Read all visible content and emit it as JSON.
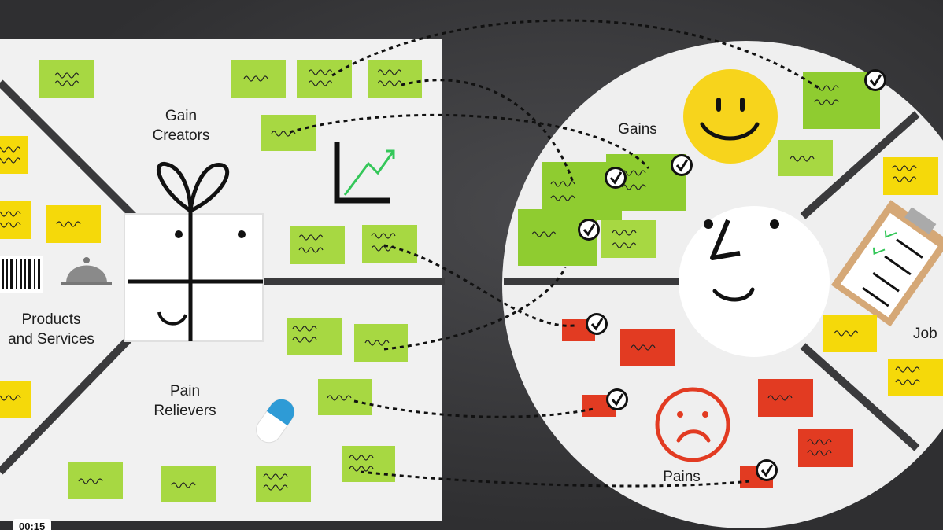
{
  "labels": {
    "gain_creators": [
      "Gain",
      "Creators"
    ],
    "products_services": [
      "Products",
      "and Services"
    ],
    "pain_relievers": [
      "Pain",
      "Relievers"
    ],
    "gains": "Gains",
    "pains": "Pains",
    "jobs": "Job"
  },
  "video": {
    "timestamp": "00:15"
  },
  "colors": {
    "green_note": "#9fd33b",
    "yellow_note": "#f5d90a",
    "red_note": "#e23b22",
    "board": "#f1f1f1",
    "background": "#2f2f31"
  }
}
